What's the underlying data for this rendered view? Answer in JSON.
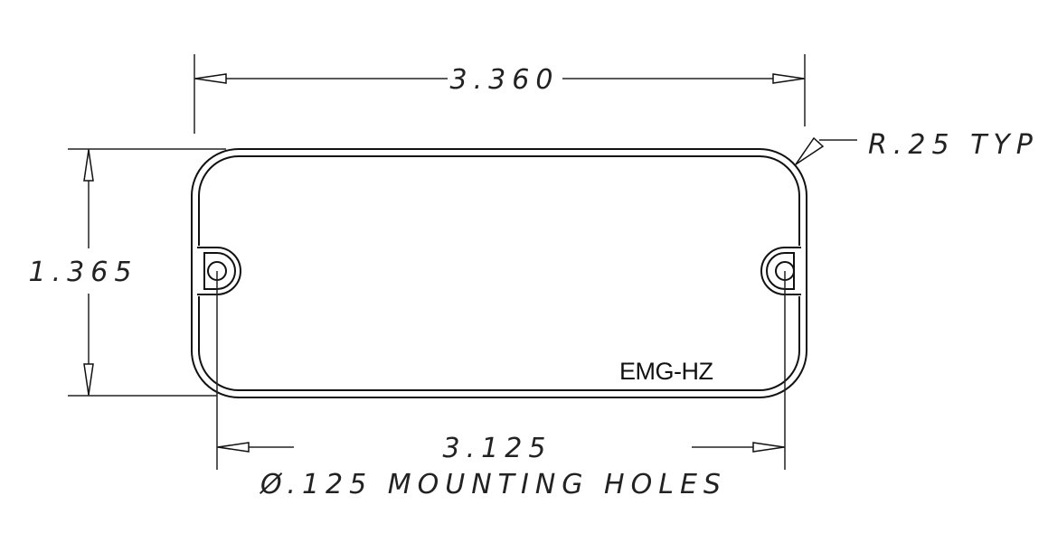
{
  "dimensions": {
    "width": "3.360",
    "height": "1.365",
    "hole_spacing": "3.125",
    "hole_note": "Ø.125 MOUNTING HOLES",
    "radius_note": "R.25 TYP"
  },
  "logo": "EMG-HZ"
}
